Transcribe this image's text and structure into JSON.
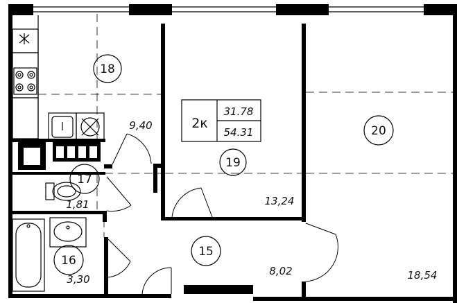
{
  "apartment": {
    "type_label": "2к",
    "living_area": "31.78",
    "total_area": "54.31"
  },
  "rooms": [
    {
      "id": "18",
      "area": "9,40",
      "kind": "kitchen"
    },
    {
      "id": "19",
      "area": "13,24",
      "kind": "bedroom"
    },
    {
      "id": "20",
      "area": "18,54",
      "kind": "living-room"
    },
    {
      "id": "17",
      "area": "1,81",
      "kind": "toilet"
    },
    {
      "id": "16",
      "area": "3,30",
      "kind": "bathroom"
    },
    {
      "id": "15",
      "area": "8,02",
      "kind": "hallway"
    }
  ],
  "icons": {
    "ventilation": "asterisk-icon",
    "stove": "stove-icon",
    "sink": "kitchen-sink-icon",
    "washer": "washing-machine-icon",
    "toilet": "toilet-icon",
    "bathtub": "bathtub-icon",
    "washbasin": "washbasin-icon"
  },
  "colors": {
    "wall": "#000000",
    "background": "#ffffff"
  }
}
